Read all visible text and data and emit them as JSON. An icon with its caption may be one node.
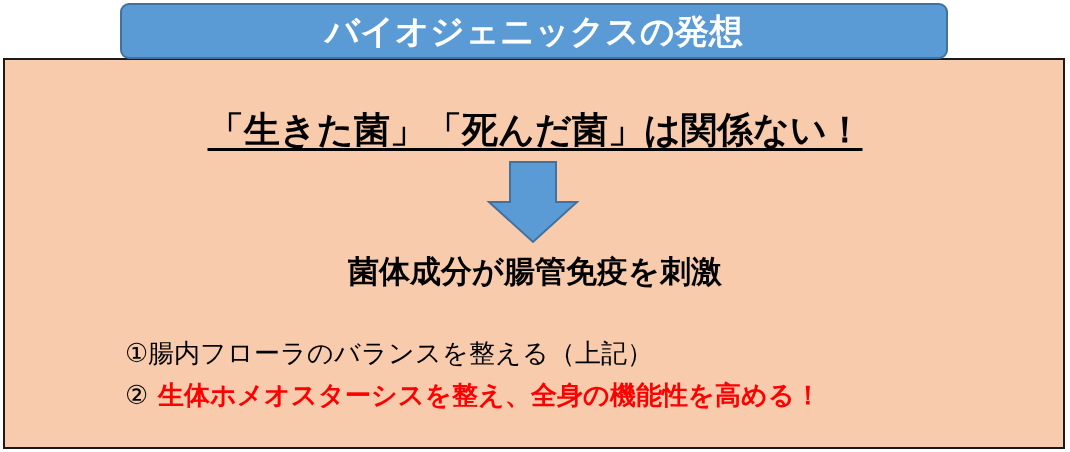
{
  "diagram": {
    "title": "バイオジェニックスの発想",
    "nodes": [
      {
        "text": [],
        "shape": "box"
      },
      {
        "text": [
          "「生きた菌」「死んだ菌」は関係ない！"
        ],
        "in": 0
      },
      {
        "text": [
          "菌体成分が腸管免疫を刺激"
        ],
        "in": 0
      }
    ],
    "edges": [
      {
        "from": 1,
        "to": 2,
        "arrow": "to"
      }
    ],
    "labels": [
      "①腸内フローラのバランスを整える（上記）",
      "②",
      "生体ホメオスターシスを整え、全身の機能性を高める！"
    ]
  }
}
